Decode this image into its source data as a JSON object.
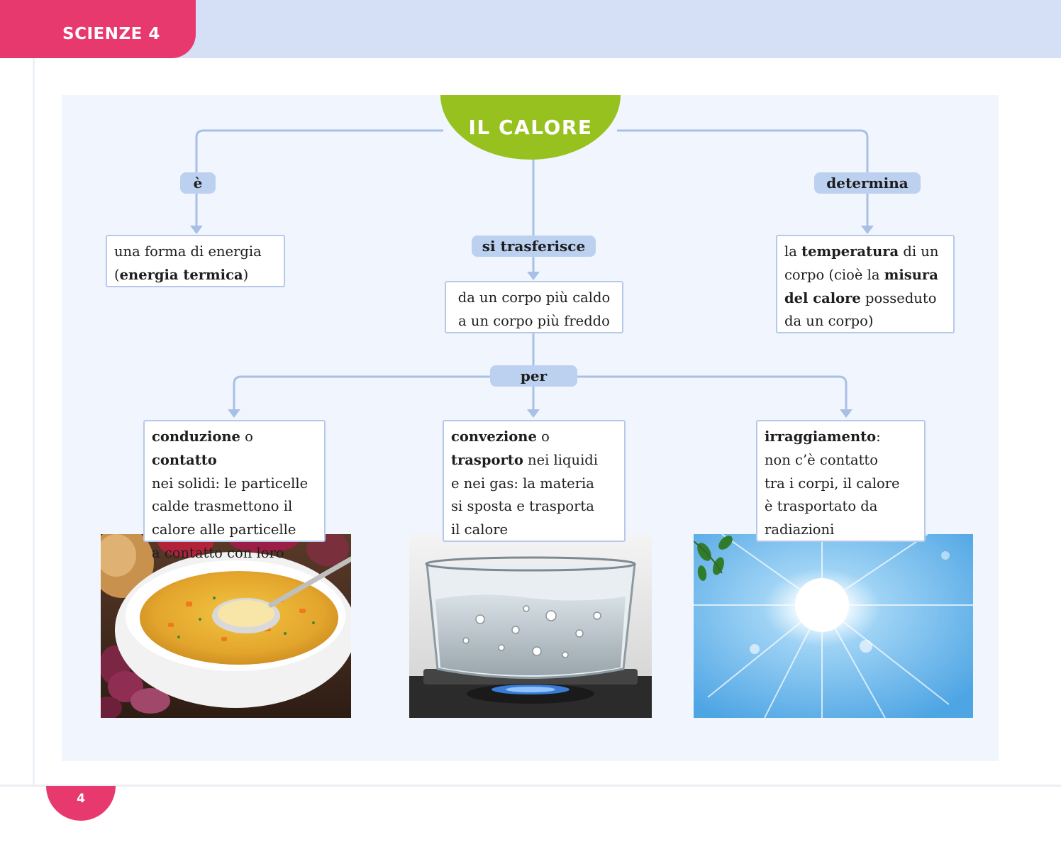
{
  "header": {
    "subject": "SCIENZE 4"
  },
  "footer": {
    "page_number": "4"
  },
  "concept_map": {
    "title": "IL CALORE",
    "labels": {
      "e": "è",
      "determina": "determina",
      "si_trasferisce": "si trasferisce",
      "per": "per"
    },
    "nodes": {
      "forma_energia": [
        {
          "t": "una forma di energia",
          "b": false
        },
        {
          "t": "\n",
          "b": false
        },
        {
          "t": "(",
          "b": false
        },
        {
          "t": "energia termica",
          "b": true
        },
        {
          "t": ")",
          "b": false
        }
      ],
      "temperatura": [
        {
          "t": "la ",
          "b": false
        },
        {
          "t": "temperatura",
          "b": true
        },
        {
          "t": " di un",
          "b": false
        },
        {
          "t": "\n",
          "b": false
        },
        {
          "t": "corpo (cioè la ",
          "b": false
        },
        {
          "t": "misura",
          "b": true
        },
        {
          "t": "\n",
          "b": false
        },
        {
          "t": "del calore",
          "b": true
        },
        {
          "t": " posseduto",
          "b": false
        },
        {
          "t": "\n",
          "b": false
        },
        {
          "t": "da un corpo)",
          "b": false
        }
      ],
      "caldo_freddo": [
        {
          "t": "da un corpo più caldo",
          "b": false
        },
        {
          "t": "\n",
          "b": false
        },
        {
          "t": "a un corpo più freddo",
          "b": false
        }
      ],
      "conduzione": [
        {
          "t": "conduzione",
          "b": true
        },
        {
          "t": " o ",
          "b": false
        },
        {
          "t": "contatto",
          "b": true
        },
        {
          "t": "\n",
          "b": false
        },
        {
          "t": "nei solidi: le particelle",
          "b": false
        },
        {
          "t": "\n",
          "b": false
        },
        {
          "t": "calde trasmettono il",
          "b": false
        },
        {
          "t": "\n",
          "b": false
        },
        {
          "t": "calore alle particelle",
          "b": false
        },
        {
          "t": "\n",
          "b": false
        },
        {
          "t": "a contatto con loro",
          "b": false
        }
      ],
      "convezione": [
        {
          "t": "convezione",
          "b": true
        },
        {
          "t": " o",
          "b": false
        },
        {
          "t": "\n",
          "b": false
        },
        {
          "t": "trasporto",
          "b": true
        },
        {
          "t": " nei liquidi",
          "b": false
        },
        {
          "t": "\n",
          "b": false
        },
        {
          "t": "e nei gas: la materia",
          "b": false
        },
        {
          "t": "\n",
          "b": false
        },
        {
          "t": "si sposta e trasporta",
          "b": false
        },
        {
          "t": "\n",
          "b": false
        },
        {
          "t": "il calore",
          "b": false
        }
      ],
      "irraggiamento": [
        {
          "t": "irraggiamento",
          "b": true
        },
        {
          "t": ":",
          "b": false
        },
        {
          "t": "\n",
          "b": false
        },
        {
          "t": "non c’è contatto",
          "b": false
        },
        {
          "t": "\n",
          "b": false
        },
        {
          "t": "tra i corpi, il calore",
          "b": false
        },
        {
          "t": "\n",
          "b": false
        },
        {
          "t": "è trasportato da",
          "b": false
        },
        {
          "t": "\n",
          "b": false
        },
        {
          "t": "radiazioni",
          "b": false
        }
      ]
    }
  }
}
